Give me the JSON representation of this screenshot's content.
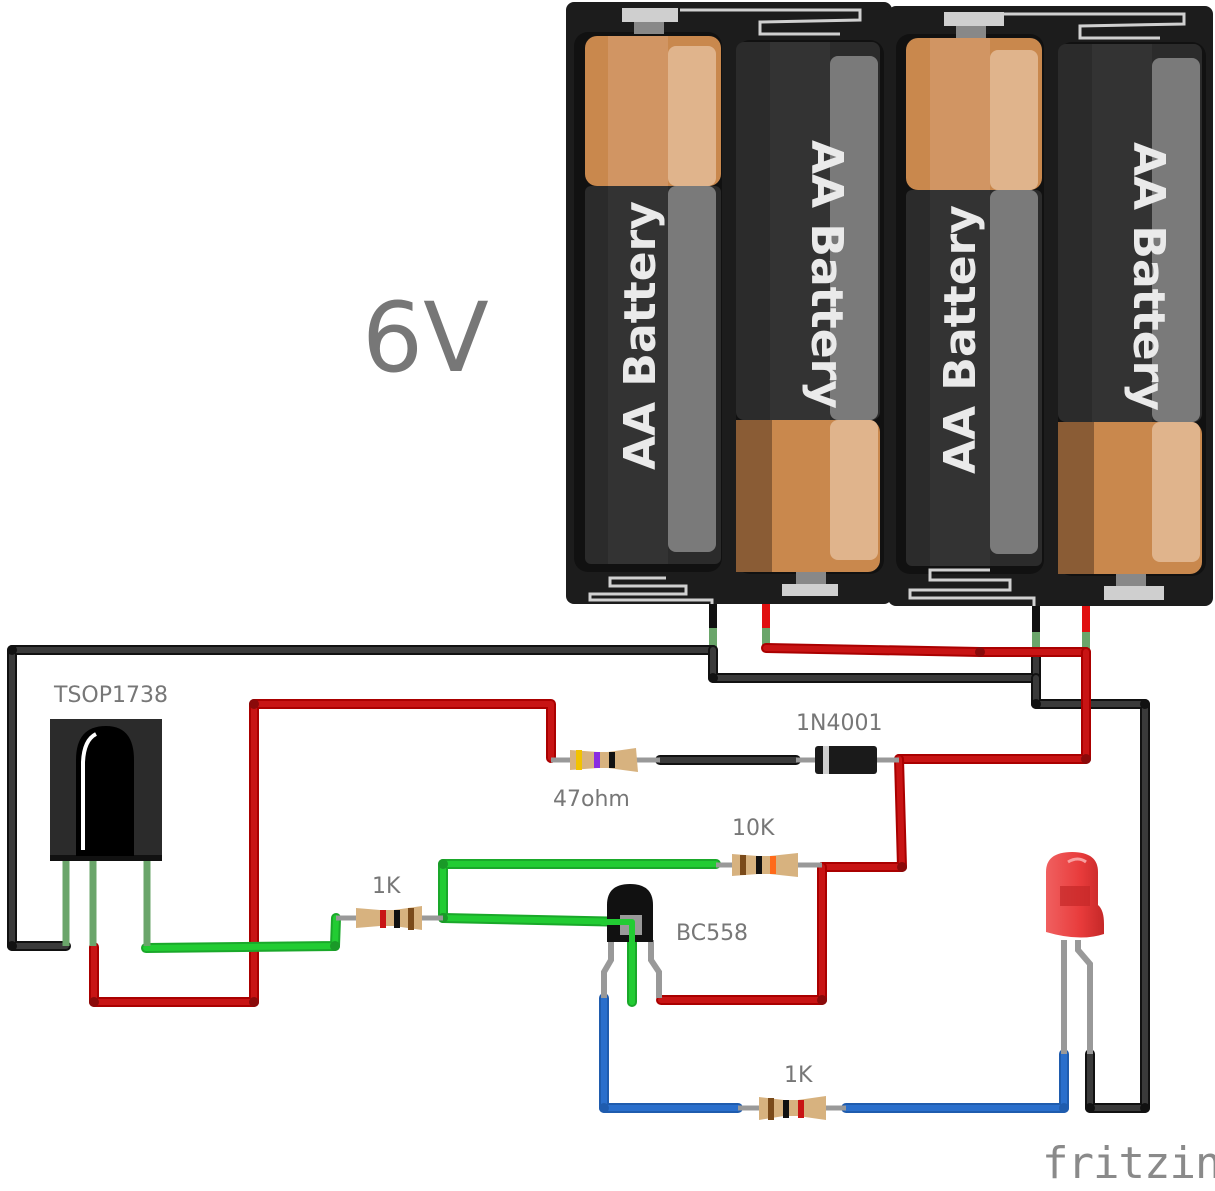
{
  "labels": {
    "voltage": "6V",
    "ir_receiver": "TSOP1738",
    "resistor_47": "47ohm",
    "diode": "1N4001",
    "resistor_10k": "10K",
    "resistor_1k_base": "1K",
    "transistor": "BC558",
    "resistor_1k_led": "1K",
    "watermark": "fritzing"
  },
  "battery_text": "AA Battery",
  "colors": {
    "wire_black": "#3a3a3a",
    "wire_red": "#c81414",
    "wire_green": "#22cc33",
    "wire_blue": "#2a6fcc",
    "battery_copper": "#cf955c",
    "battery_body": "#2b2b2b",
    "holder": "#1c1c1c",
    "led": "#e83b3b",
    "label_gray": "#777777"
  },
  "components": [
    {
      "type": "battery_holder",
      "cells": 2,
      "cell": "AA"
    },
    {
      "type": "battery_holder",
      "cells": 2,
      "cell": "AA"
    },
    {
      "type": "ir_receiver",
      "part": "TSOP1738"
    },
    {
      "type": "resistor",
      "value": "47ohm",
      "bands": [
        "yellow",
        "violet",
        "black"
      ]
    },
    {
      "type": "diode",
      "part": "1N4001"
    },
    {
      "type": "resistor",
      "value": "10K",
      "bands": [
        "brown",
        "black",
        "orange"
      ]
    },
    {
      "type": "resistor",
      "value": "1K",
      "bands": [
        "brown",
        "black",
        "red"
      ]
    },
    {
      "type": "transistor",
      "part": "BC558"
    },
    {
      "type": "resistor",
      "value": "1K",
      "bands": [
        "brown",
        "black",
        "red"
      ]
    },
    {
      "type": "led",
      "color": "red"
    }
  ]
}
